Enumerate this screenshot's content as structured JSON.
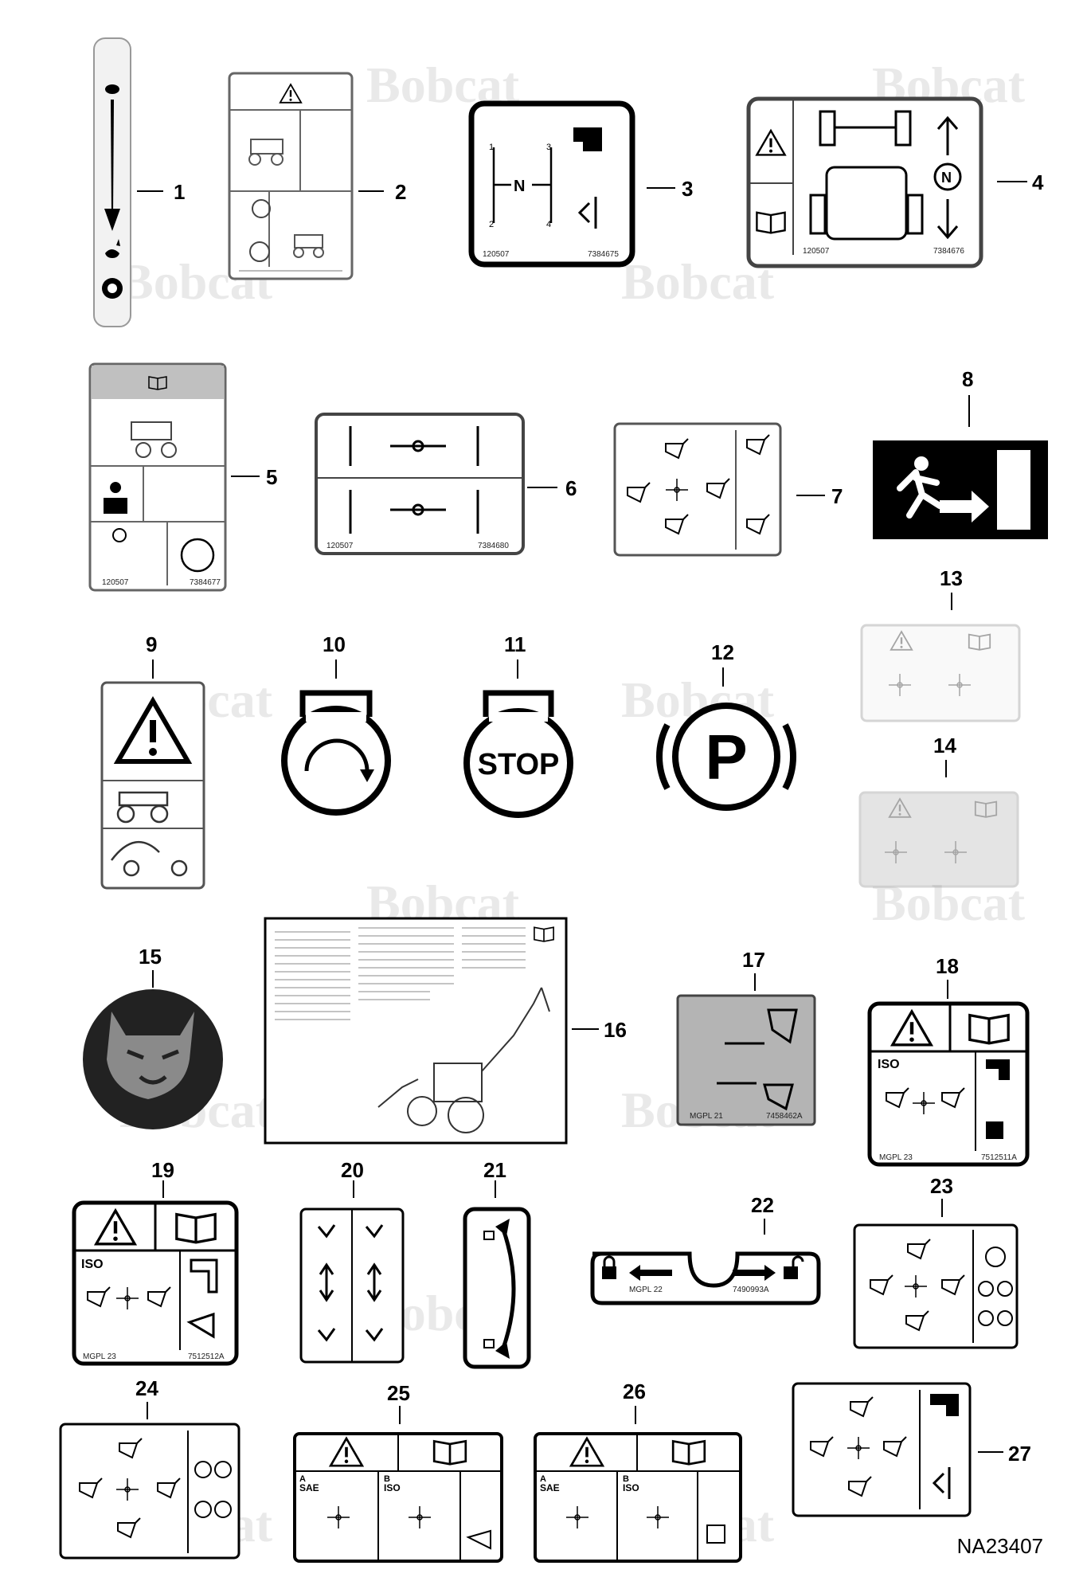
{
  "watermark": "Bobcat",
  "drawing_number": "NA23407",
  "callouts": [
    "1",
    "2",
    "3",
    "4",
    "5",
    "6",
    "7",
    "8",
    "9",
    "10",
    "11",
    "12",
    "13",
    "14",
    "15",
    "16",
    "17",
    "18",
    "19",
    "20",
    "21",
    "22",
    "23",
    "24",
    "25",
    "26",
    "27"
  ],
  "decals": {
    "d3": {
      "left_code": "120507",
      "right_code": "7384675",
      "n_label": "N",
      "pos1": "1",
      "pos2": "2",
      "pos3": "3",
      "pos4": "4"
    },
    "d4": {
      "left_code": "120507",
      "right_code": "7384676",
      "n_label": "N"
    },
    "d5": {
      "left_code": "120507",
      "right_code": "7384677"
    },
    "d6": {
      "left_code": "120507",
      "right_code": "7384680"
    },
    "d11": {
      "label": "STOP"
    },
    "d12": {
      "label": "P"
    },
    "d17": {
      "left_code": "MGPL 21",
      "right_code": "7458462A"
    },
    "d18": {
      "standard": "ISO",
      "left_code": "MGPL 23",
      "right_code": "7512511A"
    },
    "d19": {
      "standard": "ISO",
      "left_code": "MGPL 23",
      "right_code": "7512512A"
    },
    "d22": {
      "left_code": "MGPL 22",
      "right_code": "7490993A"
    },
    "d25": {
      "sae": "SAE",
      "iso": "ISO",
      "a": "A",
      "b": "B"
    },
    "d26": {
      "sae": "SAE",
      "iso": "ISO",
      "a": "A",
      "b": "B"
    }
  },
  "colors": {
    "line": "#000000",
    "border_gray": "#555555",
    "panel_gray": "#b4b4b4",
    "faded": "#d8d8d8",
    "watermark": "#e9e9e9"
  }
}
